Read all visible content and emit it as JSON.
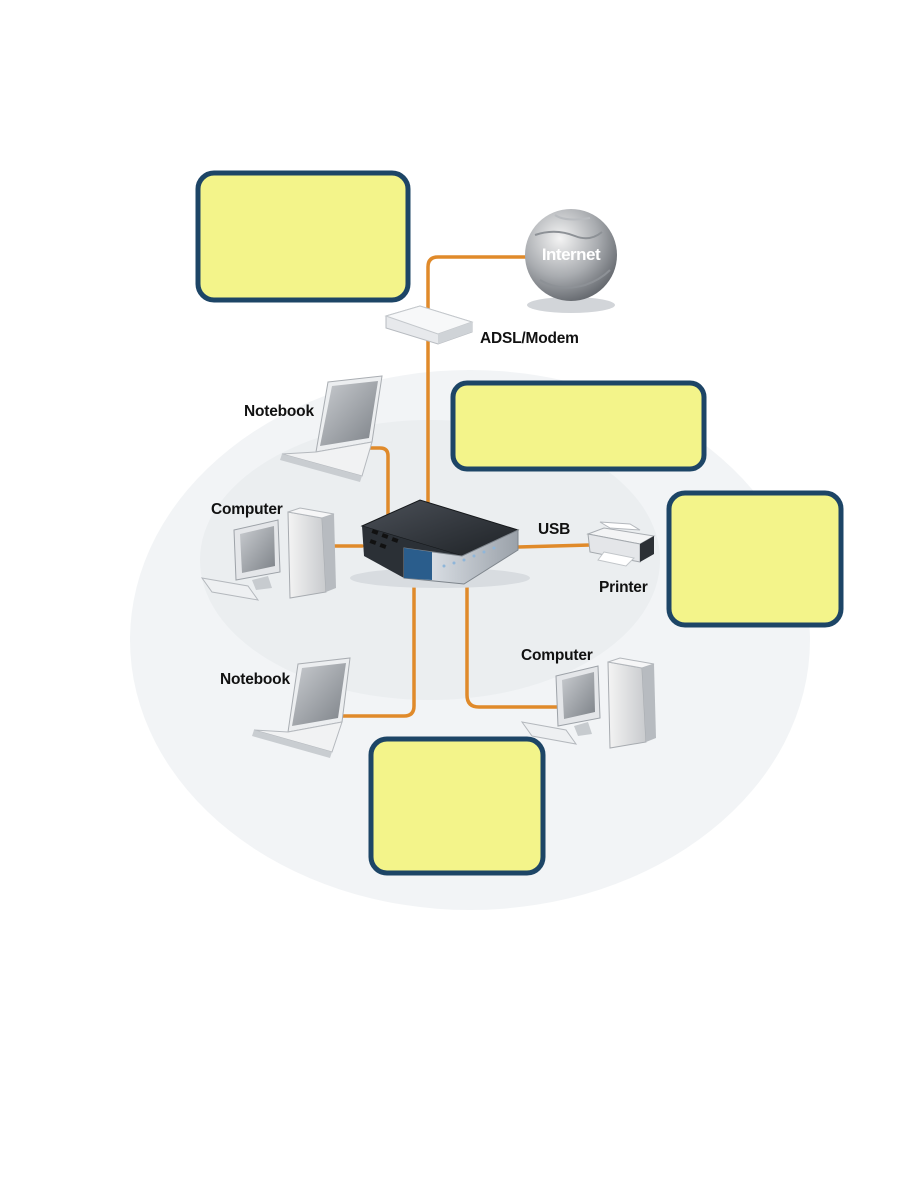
{
  "diagram": {
    "labels": {
      "internet": "Internet",
      "modem": "ADSL/Modem",
      "notebook_top": "Notebook",
      "computer_left": "Computer",
      "usb": "USB",
      "printer": "Printer",
      "computer_bottom": "Computer",
      "notebook_bottom": "Notebook"
    },
    "callouts": [
      {
        "id": "top-left",
        "text": ""
      },
      {
        "id": "middle",
        "text": ""
      },
      {
        "id": "right",
        "text": ""
      },
      {
        "id": "bottom",
        "text": ""
      }
    ],
    "colors": {
      "cable": "#e08a2a",
      "callout_fill": "#f3f48a",
      "callout_border": "#1d4566",
      "shadow": "#e3e6ea"
    }
  }
}
